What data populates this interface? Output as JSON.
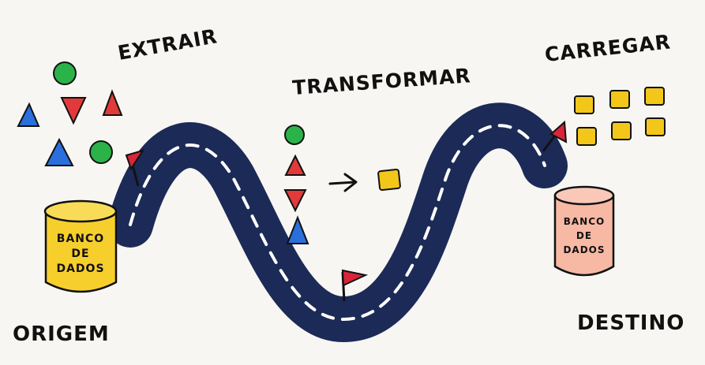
{
  "labels": {
    "extract": "EXTRAIR",
    "transform": "TRANSFORMAR",
    "load": "CARREGAR",
    "origin": "ORIGEM",
    "destination": "DESTINO"
  },
  "source_db": {
    "line1": "BANCO",
    "line2": "DE",
    "line3": "DADOS"
  },
  "target_db": {
    "line1": "BANCO",
    "line2": "DE",
    "line3": "DADOS"
  },
  "colors": {
    "road": "#1c2a57",
    "road_dash": "#ffffff",
    "flag": "#d9243a",
    "green_shape": "#2bb34a",
    "red_shape": "#e23a3a",
    "blue_shape": "#2a6fdc",
    "yellow_shape": "#f2c71a",
    "source_db": "#f6cf2d",
    "target_db": "#f7b8a4"
  },
  "icons": {
    "flag": "flag-icon",
    "arrow": "arrow-right-icon",
    "database": "database-cylinder-icon"
  }
}
